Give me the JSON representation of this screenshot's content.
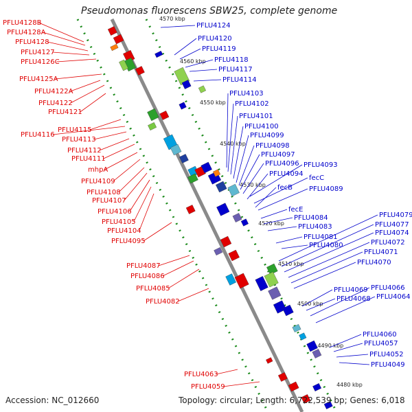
{
  "title": "Pseudomonas fluorescens SBW25, complete genome",
  "accession": "Accession: NC_012660",
  "topology": "Topology: circular; Length: 6,722,539 bp; Genes: 6,018",
  "ticks": [
    "4570 kbp",
    "4560 kbp",
    "4550 kbp",
    "4540 kbp",
    "4530 kbp",
    "4520 kbp",
    "4510 kbp",
    "4500 kbp",
    "4490 kbp",
    "4480 kbp"
  ],
  "left_genes": [
    "PFLU4128B",
    "PFLU4128A",
    "PFLU4128",
    "PFLU4127",
    "PFLU4126C",
    "PFLU4125A",
    "PFLU4122A",
    "PFLU4122",
    "PFLU4121",
    "PFLU4115",
    "PFLU4116",
    "PFLU4113",
    "PFLU4112",
    "PFLU4111",
    "mhpA",
    "PFLU4109",
    "PFLU4108",
    "PFLU4107",
    "PFLU4106",
    "PFLU4105",
    "PFLU4104",
    "PFLU4095",
    "PFLU4087",
    "PFLU4086",
    "PFLU4085",
    "PFLU4082",
    "PFLU4063",
    "PFLU4059"
  ],
  "right_genes": [
    "PFLU4124",
    "PFLU4120",
    "PFLU4119",
    "PFLU4118",
    "PFLU4117",
    "PFLU4114",
    "PFLU4103",
    "PFLU4102",
    "PFLU4101",
    "PFLU4100",
    "PFLU4099",
    "PFLU4098",
    "PFLU4097",
    "PFLU4096",
    "PFLU4093",
    "PFLU4094",
    "fecC",
    "fecB",
    "PFLU4089",
    "fecE",
    "PFLU4084",
    "PFLU4083",
    "PFLU4081",
    "PFLU4080",
    "PFLU4079",
    "PFLU4077",
    "PFLU4074",
    "PFLU4072",
    "PFLU4071",
    "PFLU4070",
    "PFLU4069",
    "PFLU4068",
    "PFLU4066",
    "PFLU4064",
    "PFLU4060",
    "PFLU4057",
    "PFLU4052",
    "PFLU4049"
  ],
  "colors": {
    "forward": "#e00000",
    "reverse": "#0000cc",
    "backbone": "#8a8a8a",
    "gc": "#1a8a1a"
  }
}
